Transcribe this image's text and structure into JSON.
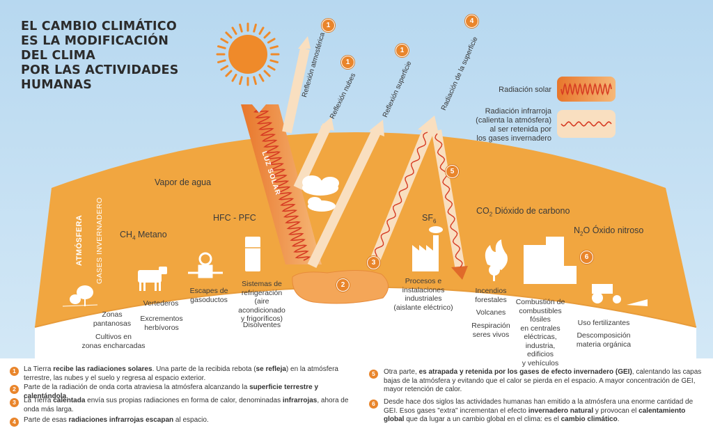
{
  "title": [
    "EL CAMBIO CLIMÁTICO",
    "ES LA MODIFICACIÓN",
    "DEL CLIMA",
    "POR LAS ACTIVIDADES",
    "HUMANAS"
  ],
  "colors": {
    "sky": "#bfdcf1",
    "atmosphere": "#f0a53f",
    "ground": "#f3b151",
    "accent": "#e9852b",
    "red": "#d63a22"
  },
  "arrows": [
    {
      "num": "1",
      "label": "Reflexión atmosférica"
    },
    {
      "num": "1",
      "label": "Reflexión nubes"
    },
    {
      "num": "1",
      "label": "Reflexión superficie"
    },
    {
      "num": "4",
      "label": "Radiación de la superficie"
    }
  ],
  "luz_solar": "LUZ SOLAR",
  "legend": {
    "solar": "Radiación solar",
    "infrared": [
      "Radiación infrarroja",
      "(calienta la atmósfera)",
      "al ser retenida por",
      "los gases invernadero"
    ]
  },
  "atmosphere_label": "ATMÓSFERA",
  "greenhouse_label": "GASES INVERNADERO",
  "gases": {
    "vapor": "Vapor de agua",
    "methane": "Metano",
    "methane_formula": "CH",
    "hfc": "HFC - PFC",
    "sf6": "SF",
    "co2": "Dióxido de carbono",
    "co2_formula": "CO",
    "n2o": "Óxido nitroso",
    "n2o_formula": "N",
    "sub4": "4",
    "sub6": "6",
    "sub2": "2",
    "o": "O"
  },
  "sources": {
    "zonas": [
      "Zonas",
      "pantanosas"
    ],
    "cultivos": [
      "Cultivos en",
      "zonas encharcadas"
    ],
    "vertederos": [
      "Vertederos"
    ],
    "excrementos": [
      "Excrementos",
      "herbívoros"
    ],
    "escapes": [
      "Escapes de",
      "gasoductos"
    ],
    "sistemas": [
      "Sistemas de",
      "refrigeración",
      "(aire",
      "acondicionado",
      "y frigoríficos)"
    ],
    "disolventes": [
      "Disolventes"
    ],
    "procesos": [
      "Procesos e",
      "instalaciones",
      "industriales",
      "(aislante eléctrico)"
    ],
    "incendios": [
      "Incendios",
      "forestales"
    ],
    "volcanes": [
      "Volcanes"
    ],
    "respiracion": [
      "Respiración",
      "seres vivos"
    ],
    "combustion": [
      "Combustión de",
      "combustibles",
      "fósiles",
      "en centrales",
      "eléctricas,",
      "industria,",
      "edificios",
      "y vehículos"
    ],
    "uso": [
      "Uso fertilizantes"
    ],
    "descomposicion": [
      "Descomposición",
      "materia orgánica"
    ]
  },
  "markers": {
    "two": "2",
    "three": "3",
    "five": "5",
    "six": "6"
  },
  "notes": [
    {
      "num": "1",
      "html": "La Tierra <b>recibe las radiaciones solares</b>. Una parte de la recibida rebota (<b>se refleja</b>) en la atmósfera terrestre, las nubes y el suelo y regresa al espacio exterior."
    },
    {
      "num": "2",
      "html": "Parte de la radiación de onda corta atraviesa la atmósfera alcanzando la <b>superficie terrestre y calentándola</b>."
    },
    {
      "num": "3",
      "html": "La Tierra <b>calentada</b> envía sus propias radiaciones en forma de calor, denominadas <b>infrarrojas</b>, ahora de onda más larga."
    },
    {
      "num": "4",
      "html": "Parte de esas <b>radiaciones infrarrojas escapan</b> al espacio."
    },
    {
      "num": "5",
      "html": "Otra parte, <b>es atrapada y retenida por los gases de efecto invernadero (GEI)</b>, calentando las capas bajas de la atmósfera y evitando que el calor se pierda en el espacio. A mayor concentración de GEI, mayor retención de calor."
    },
    {
      "num": "6",
      "html": "Desde hace dos siglos las actividades humanas han emitido a la atmósfera una enorme cantidad de GEI. Esos gases \"extra\" incrementan el efecto <b>invernadero natural</b> y provocan el <b>calentamiento global</b> que da lugar a un cambio global en el clima: es el <b>cambio climático</b>."
    }
  ]
}
